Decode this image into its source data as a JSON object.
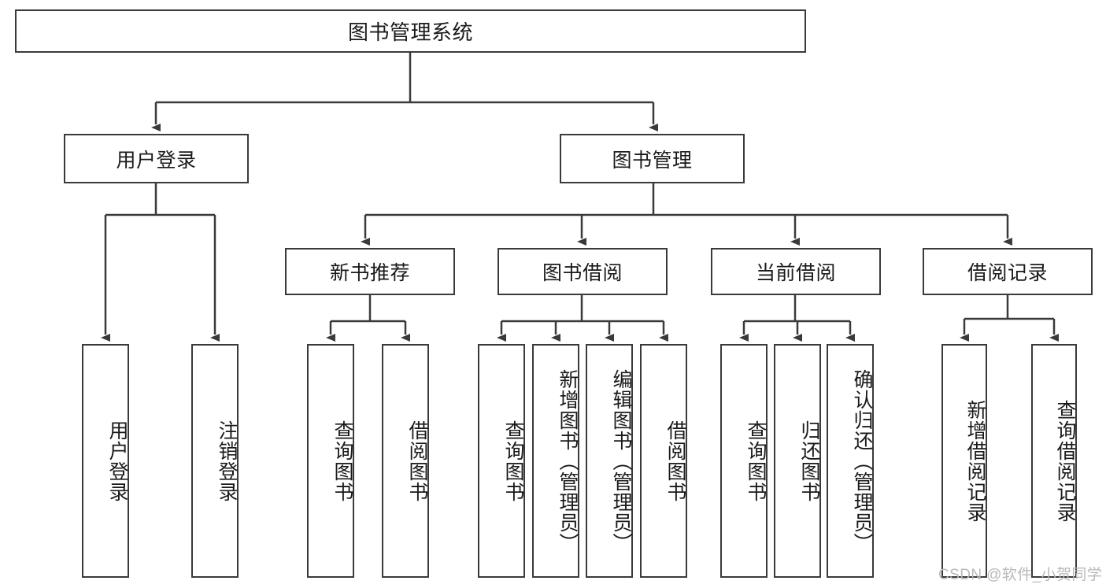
{
  "diagram": {
    "title_node": {
      "label": "图书管理系统"
    },
    "level2": [
      {
        "id": "user-login",
        "label": "用户登录"
      },
      {
        "id": "book-manage",
        "label": "图书管理"
      }
    ],
    "level3": [
      {
        "id": "new-book-recommend",
        "label": "新书推荐"
      },
      {
        "id": "book-borrow",
        "label": "图书借阅"
      },
      {
        "id": "current-borrow",
        "label": "当前借阅"
      },
      {
        "id": "borrow-record",
        "label": "借阅记录"
      }
    ],
    "leaves": [
      {
        "id": "leaf-user-login",
        "label": "用户登录"
      },
      {
        "id": "leaf-logout-login",
        "label": "注销登录"
      },
      {
        "id": "leaf-query-book-1",
        "label": "查询图书"
      },
      {
        "id": "leaf-borrow-book-1",
        "label": "借阅图书"
      },
      {
        "id": "leaf-query-book-2",
        "label": "查询图书"
      },
      {
        "id": "leaf-add-book",
        "label": "新增图书（管理员）"
      },
      {
        "id": "leaf-edit-book",
        "label": "编辑图书（管理员）"
      },
      {
        "id": "leaf-borrow-book-2",
        "label": "借阅图书"
      },
      {
        "id": "leaf-query-book-3",
        "label": "查询图书"
      },
      {
        "id": "leaf-return-book",
        "label": "归还图书"
      },
      {
        "id": "leaf-confirm-return",
        "label": "确认归还（管理员）"
      },
      {
        "id": "leaf-add-borrow-record",
        "label": "新增借阅记录"
      },
      {
        "id": "leaf-query-borrow-record",
        "label": "查询借阅记录"
      }
    ],
    "watermark": {
      "text": "CSDN @软件_小贺同学"
    },
    "colors": {
      "stroke": "#3a3a3a",
      "fill": "#ffffff",
      "text": "#1a1a1a",
      "watermark": "#b9b9b9"
    }
  }
}
